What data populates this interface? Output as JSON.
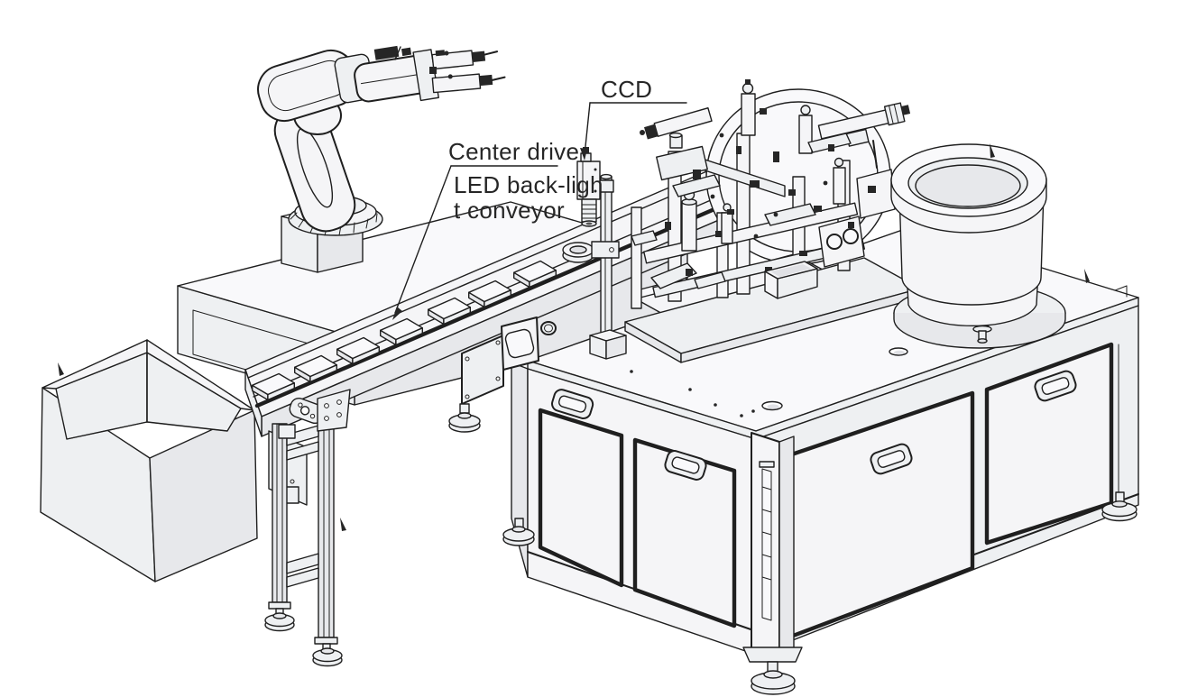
{
  "diagram": {
    "colors": {
      "background": "#ffffff",
      "line": "#1f1f1f",
      "text": "#262626"
    },
    "labels": {
      "ccd": "CCD",
      "center_drive": "Center drive",
      "led_backlight_line1": "LED back-ligh",
      "led_backlight_line2": "t conveyor"
    }
  }
}
